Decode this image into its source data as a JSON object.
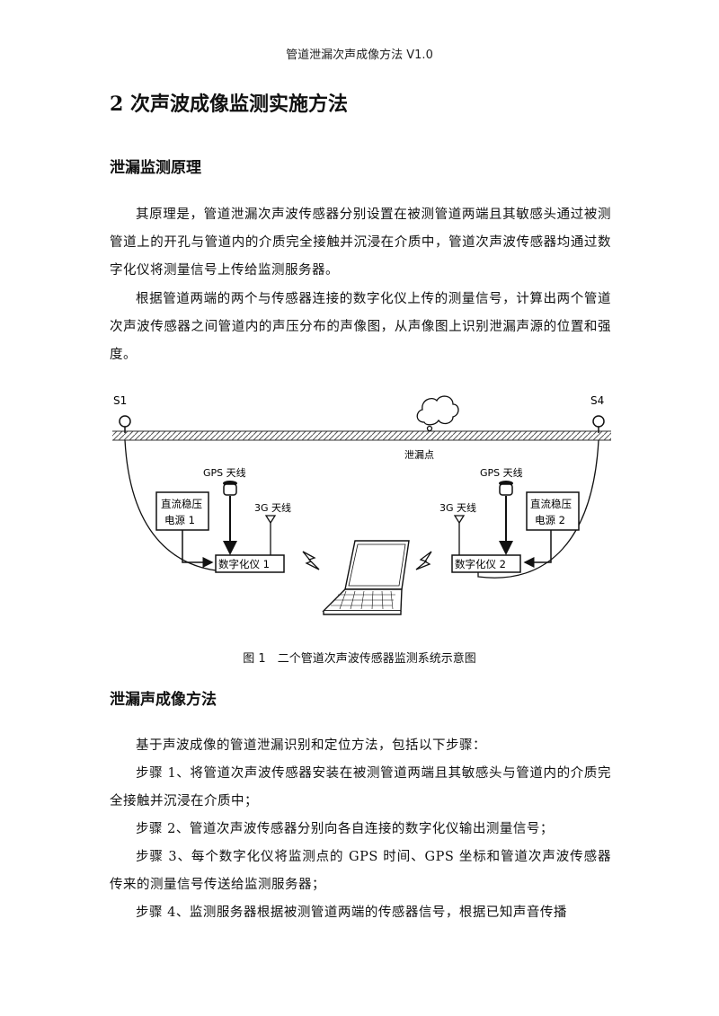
{
  "header": {
    "text": "管道泄漏次声成像方法 V1.0"
  },
  "section": {
    "title": "2 次声波成像监测实施方法"
  },
  "principle": {
    "title": "泄漏监测原理",
    "p1": "其原理是，管道泄漏次声波传感器分别设置在被测管道两端且其敏感头通过被测管道上的开孔与管道内的介质完全接触并沉浸在介质中，管道次声波传感器均通过数字化仪将测量信号上传给监测服务器。",
    "p2": "根据管道两端的两个与传感器连接的数字化仪上传的测量信号，计算出两个管道次声波传感器之间管道内的声压分布的声像图，从声像图上识别泄漏声源的位置和强度。"
  },
  "figure": {
    "s1": "S1",
    "s4": "S4",
    "leak_point": "泄漏点",
    "gps_left": "GPS 天线",
    "gps_right": "GPS 天线",
    "g3_left": "3G 天线",
    "g3_right": "3G 天线",
    "psu1_line1": "直流稳压",
    "psu1_line2": "电源 1",
    "psu2_line1": "直流稳压",
    "psu2_line2": "电源 2",
    "digitizer1": "数字化仪 1",
    "digitizer2": "数字化仪 2",
    "caption": "图 1　二个管道次声波传感器监测系统示意图"
  },
  "method": {
    "title": "泄漏声成像方法",
    "intro": "基于声波成像的管道泄漏识别和定位方法，包括以下步骤：",
    "step1": "步骤 1、将管道次声波传感器安装在被测管道两端且其敏感头与管道内的介质完全接触并沉浸在介质中；",
    "step2": "步骤 2、管道次声波传感器分别向各自连接的数字化仪输出测量信号；",
    "step3": "步骤 3、每个数字化仪将监测点的 GPS 时间、GPS 坐标和管道次声波传感器传来的测量信号传送给监测服务器；",
    "step4": "步骤 4、监测服务器根据被测管道两端的传感器信号，根据已知声音传播"
  }
}
